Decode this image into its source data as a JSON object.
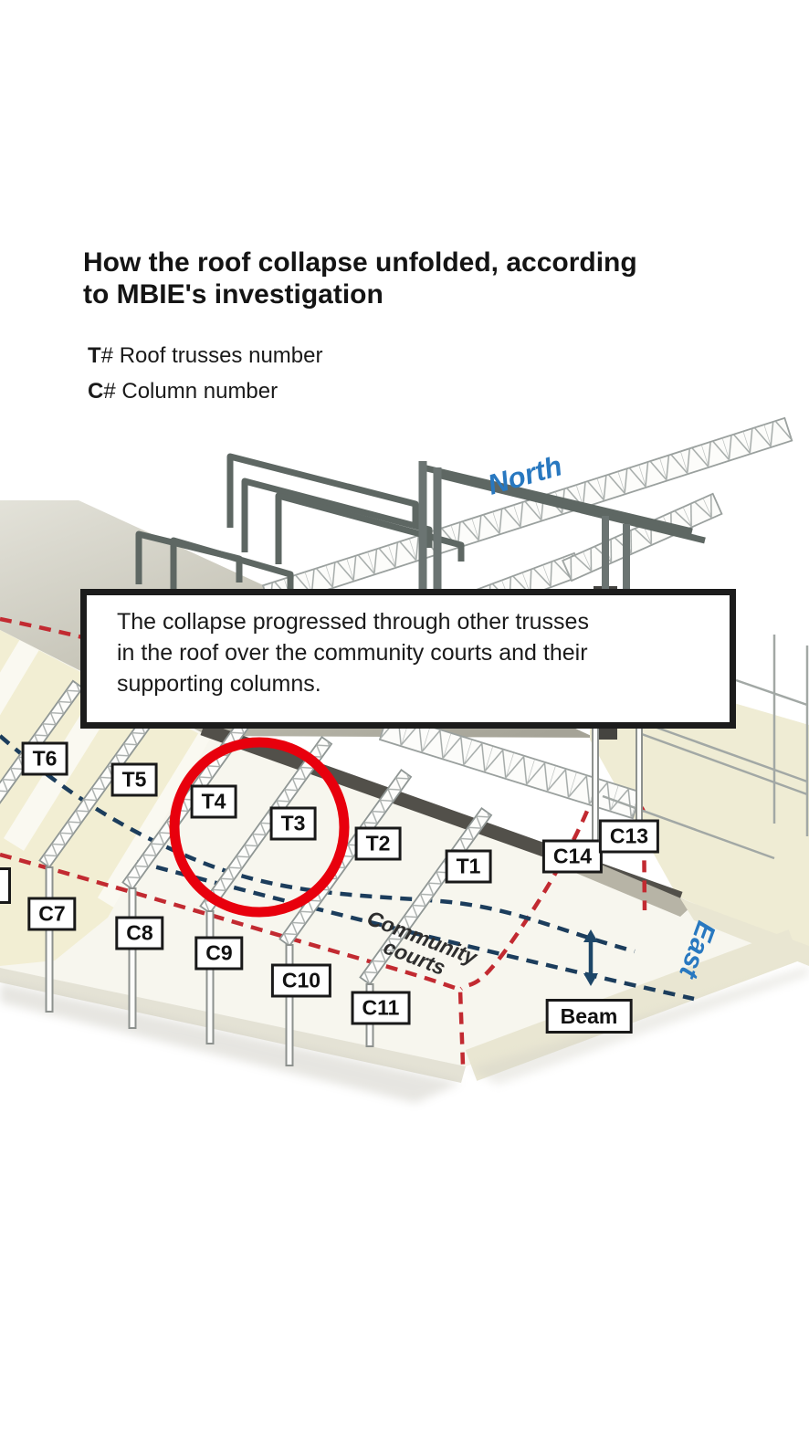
{
  "title": {
    "line1": "How the roof collapse unfolded, according",
    "line2": "to MBIE's investigation"
  },
  "legend": {
    "truss_letter": "T",
    "column_letter": "C",
    "hash": "#",
    "truss_text": "Roof trusses number",
    "column_text": "Column number"
  },
  "callout": {
    "line1": "The collapse progressed through other trusses",
    "line2": "in the roof over the community courts and their",
    "line3": "supporting columns."
  },
  "compass": {
    "north": "North",
    "east": "East"
  },
  "area": {
    "line1": "Community",
    "line2": "courts"
  },
  "labels": {
    "t1": "T1",
    "t2": "T2",
    "t3": "T3",
    "t4": "T4",
    "t5": "T5",
    "t6": "T6",
    "c7": "C7",
    "c8": "C8",
    "c9": "C9",
    "c10": "C10",
    "c11": "C11",
    "c13": "C13",
    "c14": "C14",
    "beam": "Beam"
  },
  "colors": {
    "accent_blue": "#2878c0",
    "dashed_navy": "#1c3d5c",
    "dashed_red": "#c22a31",
    "highlight_red": "#e8000d"
  }
}
